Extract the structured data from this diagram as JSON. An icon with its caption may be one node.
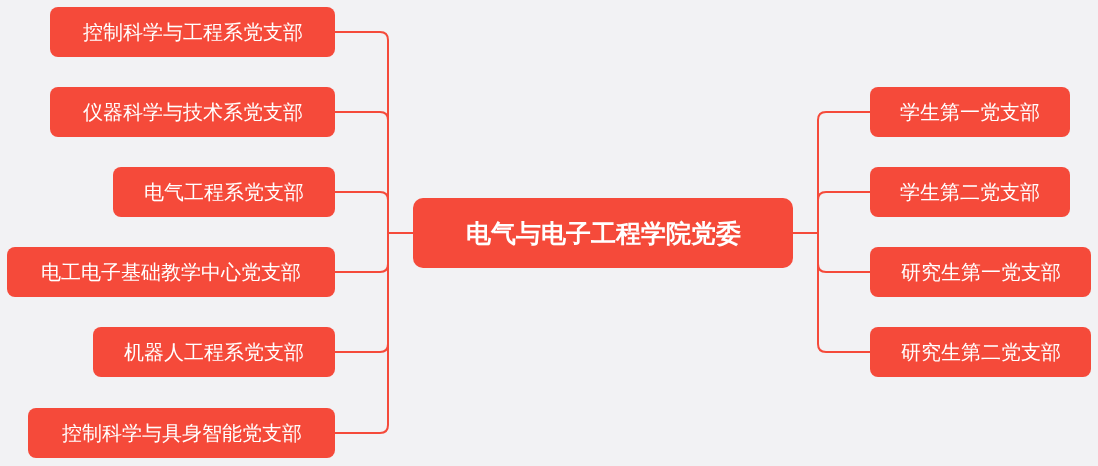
{
  "diagram": {
    "nodes": [
      {
        "text": [
          "电气与电子工程学院党委"
        ]
      },
      {
        "text": [
          "控制科学与工程系党支部"
        ]
      },
      {
        "text": [
          "仪器科学与技术系党支部"
        ]
      },
      {
        "text": [
          "电气工程系党支部"
        ]
      },
      {
        "text": [
          "电工电子基础教学中心党支部"
        ]
      },
      {
        "text": [
          "机器人工程系党支部"
        ]
      },
      {
        "text": [
          "控制科学与具身智能党支部"
        ]
      },
      {
        "text": [
          "学生第一党支部"
        ]
      },
      {
        "text": [
          "学生第二党支部"
        ]
      },
      {
        "text": [
          "研究生第一党支部"
        ]
      },
      {
        "text": [
          "研究生第二党支部"
        ]
      }
    ],
    "edges": [
      {
        "from": 0,
        "to": 1,
        "arrow": "none"
      },
      {
        "from": 0,
        "to": 2,
        "arrow": "none"
      },
      {
        "from": 0,
        "to": 3,
        "arrow": "none"
      },
      {
        "from": 0,
        "to": 4,
        "arrow": "none"
      },
      {
        "from": 0,
        "to": 5,
        "arrow": "none"
      },
      {
        "from": 0,
        "to": 6,
        "arrow": "none"
      },
      {
        "from": 0,
        "to": 7,
        "arrow": "none"
      },
      {
        "from": 0,
        "to": 8,
        "arrow": "none"
      },
      {
        "from": 0,
        "to": 9,
        "arrow": "none"
      },
      {
        "from": 0,
        "to": 10,
        "arrow": "none"
      }
    ]
  }
}
